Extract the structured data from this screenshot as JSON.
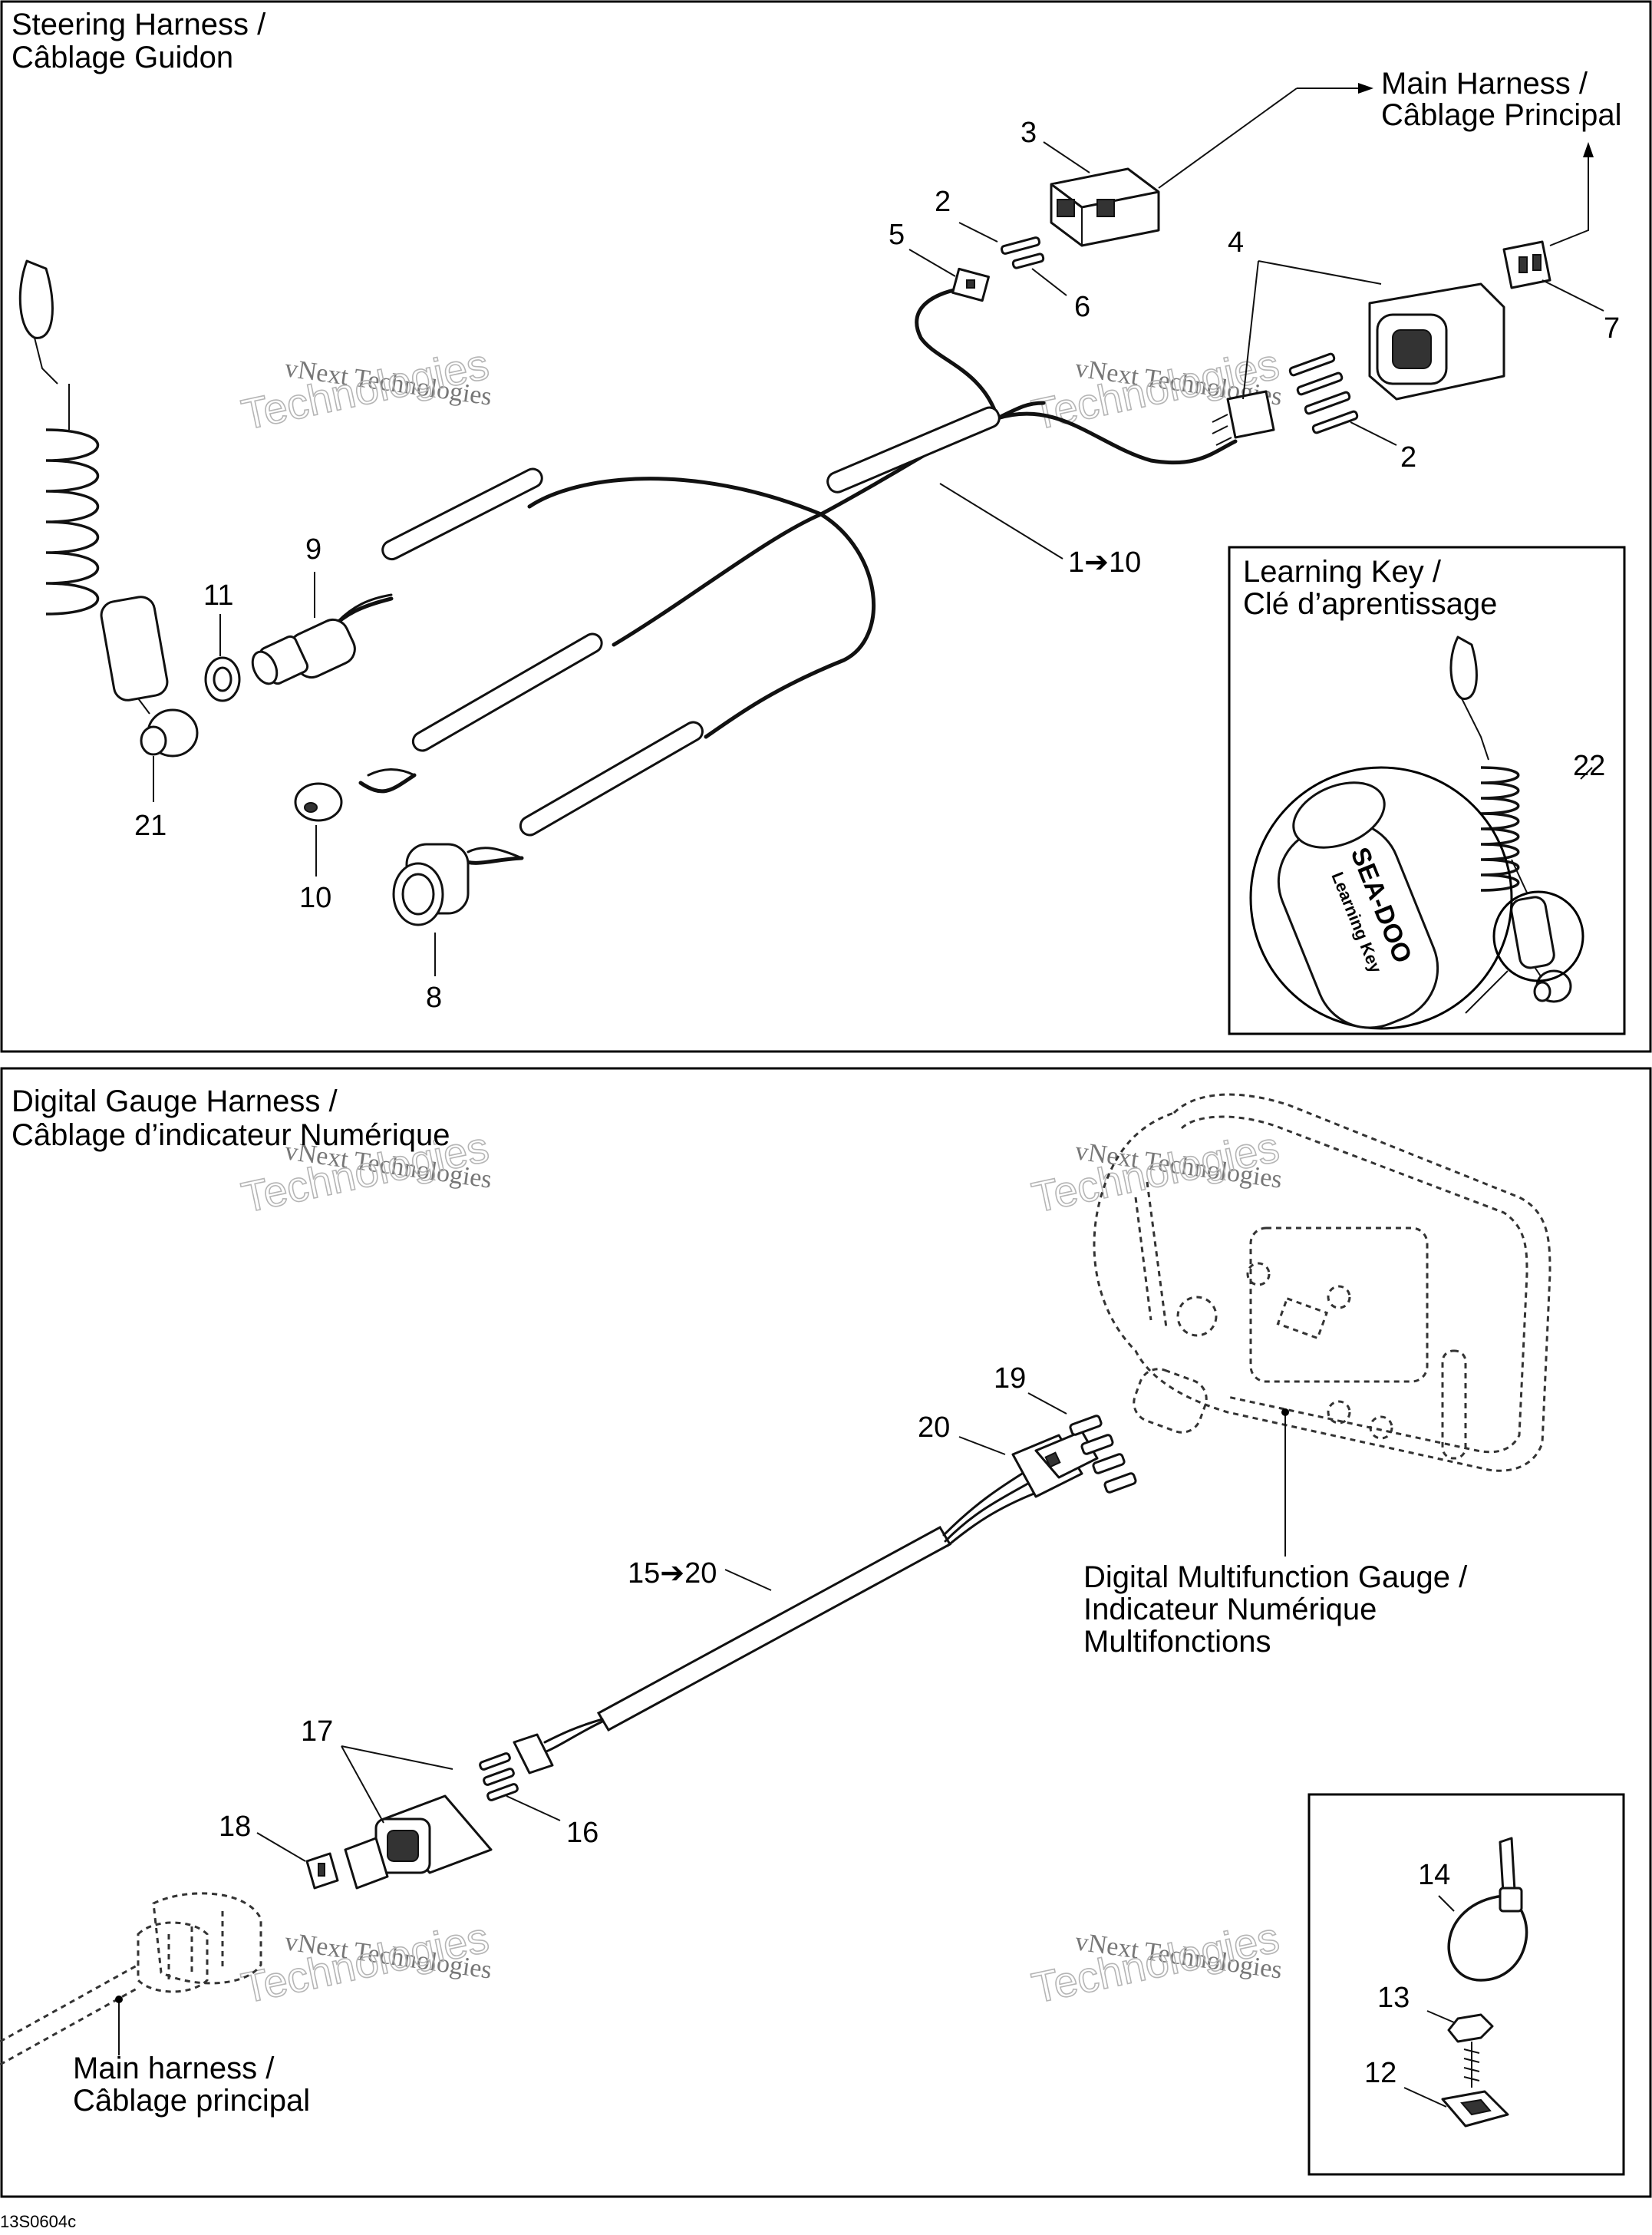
{
  "sections": {
    "steering": {
      "title_line1": "Steering Harness /",
      "title_line2": "Câblage Guidon"
    },
    "gauge": {
      "title_line1": "Digital Gauge Harness /",
      "title_line2": "Câblage d’indicateur Numérique"
    }
  },
  "labels": {
    "main_harness_line1": "Main Harness  /",
    "main_harness_line2": "Câblage Principal",
    "learning_key_line1": "Learning Key /",
    "learning_key_line2": "Clé d’aprentissage",
    "key_brand": "SEA-DOO",
    "key_text": "Learning Key",
    "gauge_line1": "Digital Multifunction Gauge /",
    "gauge_line2": "Indicateur Numérique",
    "gauge_line3": "Multifonctions",
    "main_harness_lower_line1": "Main harness /",
    "main_harness_lower_line2": "Câblage principal"
  },
  "callouts": {
    "c1_10": "1➔10",
    "c2a": "2",
    "c2b": "2",
    "c3": "3",
    "c4": "4",
    "c5": "5",
    "c6": "6",
    "c7": "7",
    "c8": "8",
    "c9": "9",
    "c10": "10",
    "c11": "11",
    "c12": "12",
    "c13": "13",
    "c14": "14",
    "c15_20": "15➔20",
    "c16": "16",
    "c17": "17",
    "c18": "18",
    "c19": "19",
    "c20": "20",
    "c21": "21",
    "c22": "22"
  },
  "watermark": {
    "line1": "vNext Technologies",
    "line2": "Technologies"
  },
  "figure_code": "13S0604c"
}
